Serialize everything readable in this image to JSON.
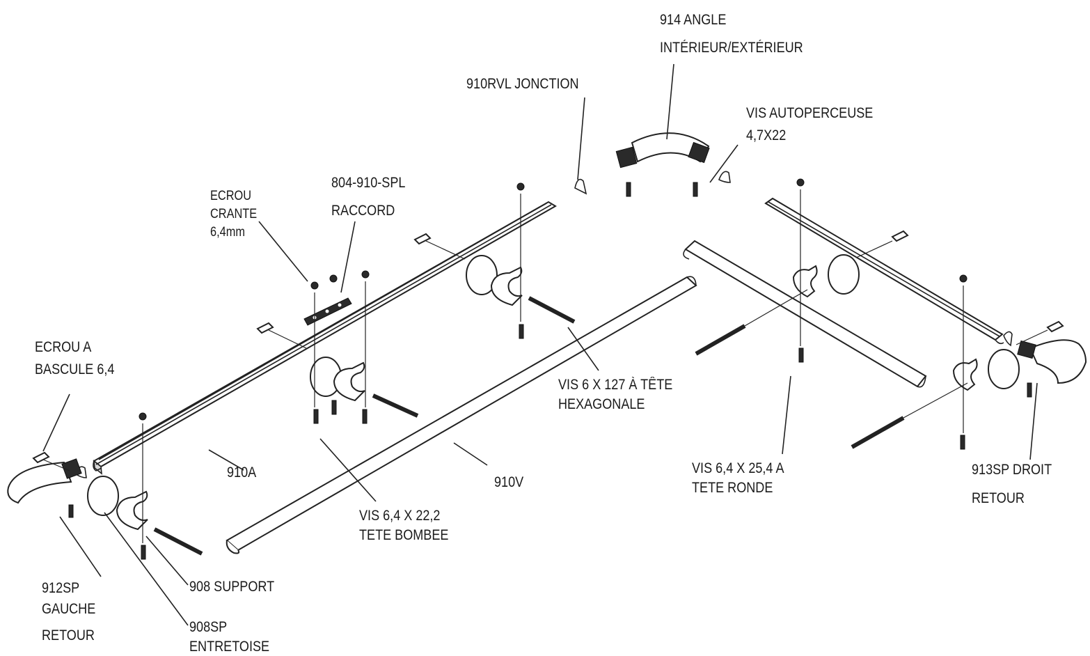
{
  "labels": {
    "l914a": "914 ANGLE",
    "l914b": "INTÉRIEUR/EXTÉRIEUR",
    "l910rvl": "910RVL JONCTION",
    "lvisauto1": "VIS AUTOPERCEUSE",
    "lvisauto2": "4,7X22",
    "l804a": "804-910-SPL",
    "l804b": "RACCORD",
    "lecrou1": "ECROU",
    "lecrou2": "CRANTE",
    "lecrou3": "6,4mm",
    "lbasc1": "ECROU A",
    "lbasc2": "BASCULE 6,4",
    "l910a": "910A",
    "l910v": "910V",
    "lvis127a": "VIS 6 X 127 À TÊTE",
    "lvis127b": "HEXAGONALE",
    "lvis222a": "VIS 6,4 X 22,2",
    "lvis222b": "TETE BOMBEE",
    "lvis254a": "VIS 6,4 X 25,4 A",
    "lvis254b": "TETE RONDE",
    "l913a": "913SP DROIT",
    "l913b": "RETOUR",
    "l912a": "912SP",
    "l912b": "GAUCHE",
    "l912c": "RETOUR",
    "l908": "908 SUPPORT",
    "l908spa": "908SP",
    "l908spb": "ENTRETOISE"
  }
}
